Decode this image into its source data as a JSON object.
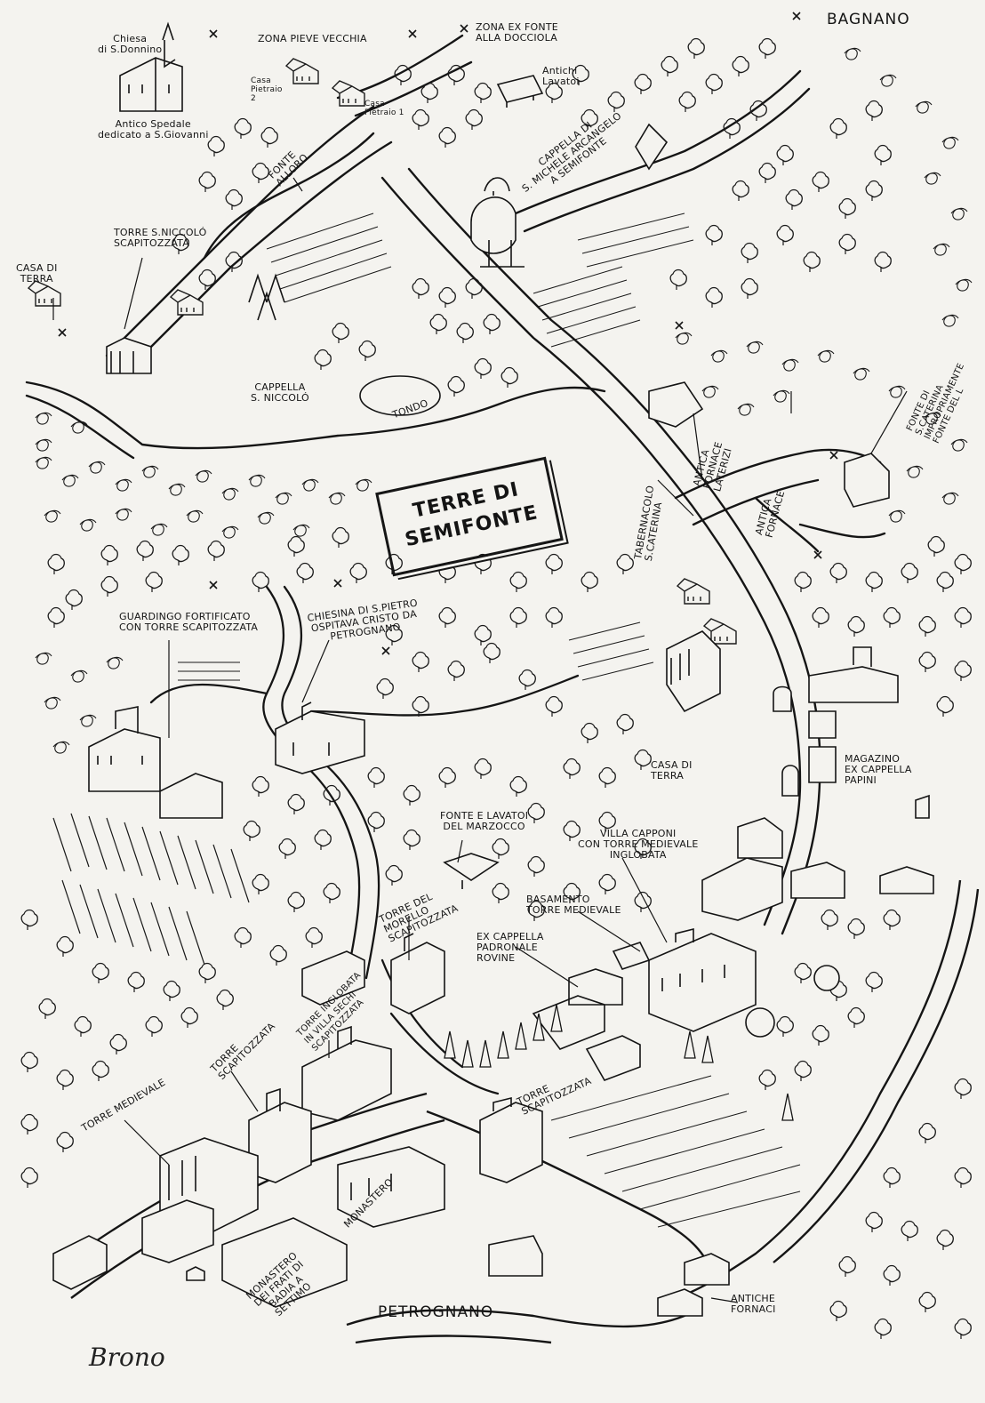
{
  "map": {
    "title": "TERRE DI\nSEMIFONTE",
    "places": {
      "chiesa": "Chiesa\ndi S.Donnino",
      "spedale": "Antico Spedale\ndedicato a S.Giovanni",
      "pieve": "ZONA PIEVE VECCHIA",
      "ex_fonte": "ZONA EX FONTE\nALLA DOCCIOLA",
      "bagnano": "BAGNANO",
      "pietraio2": "Casa\nPietraio\n2",
      "pietraio1": "Casa\nPietraio 1",
      "lavatoi_antichi": "Antichi\nLavatoi",
      "cappella_michele": "CAPPELLA DI\nS. MICHELE ARCANGELO\nA SEMIFONTE",
      "fonte_alloro": "FONTE\nALLORO",
      "torre_niccolo": "TORRE S.NICCOLÓ\nSCAPITOZZATA",
      "casa_terra_nw": "CASA DI\nTERRA",
      "cappella_niccolo": "CAPPELLA\nS. NICCOLÓ",
      "tondo": "TONDO",
      "fonte_caterina": "FONTE DI S.CATERINA\nIMPROPRIAMENTE\nFONTE DEL L",
      "fornace_laterizi": "ANTICA\nFORNACE\nLATERIZI",
      "fornace2": "ANTICA\nFORNACE",
      "tabernacolo": "TABERNACOLO\nS.CATERINA",
      "guardingo": "GUARDINGO FORTIFICATO\nCON TORRE SCAPITOZZATA",
      "chiesina_pietro": "CHIESINA DI S.PIETRO\nOSPITAVA CRISTO DA\nPETROGNANO",
      "casa_terra_e": "CASA DI\nTERRA",
      "magazzino": "MAGAZINO\nEX CAPPELLA\nPAPINI",
      "fonte_marzocco": "FONTE E LAVATOI\nDEL MARZOCCO",
      "villa_capponi": "VILLA CAPPONI\nCON TORRE MEDIEVALE\nINGLOBATA",
      "basamento": "BASAMENTO\nTORRE MEDIEVALE",
      "torre_morello": "TORRE DEL\nMORELLO\nSCAPITOZZATA",
      "ex_cappella": "EX CAPPELLA\nPADRONALE\nROVINE",
      "torre_villa_sechi": "TORRE INGLOBATA\nIN VILLA SECHI\nSCAPITOZZATA",
      "torre_scap1": "TORRE\nSCAPITOZZATA",
      "torre_medievale": "TORRE MEDIEVALE",
      "torre_scap2": "TORRE\nSCAPITOZZATA",
      "monastero_frati": "MONASTERO\nDEI FRATI DI\nBADIA A\nSETTIMO",
      "monastero": "MONASTERO",
      "petrognano": "PETROGNANO",
      "antiche_fornaci": "ANTICHE\nFORNACI"
    },
    "signature": "Brono"
  }
}
